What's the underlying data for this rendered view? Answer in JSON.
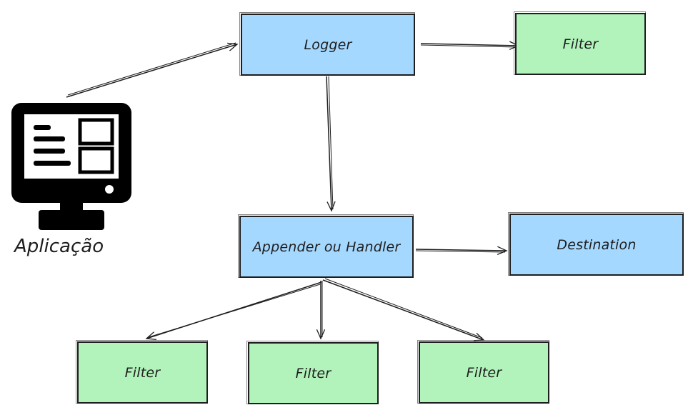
{
  "diagram": {
    "application_label": "Aplicação",
    "nodes": {
      "logger": "Logger",
      "filter_top": "Filter",
      "appender": "Appender ou Handler",
      "destination": "Destination",
      "filter_bottom_1": "Filter",
      "filter_bottom_2": "Filter",
      "filter_bottom_3": "Filter"
    },
    "colors": {
      "blue_fill": "#a5d8ff",
      "green_fill": "#b2f2bb",
      "stroke": "#1e1e1e"
    }
  }
}
